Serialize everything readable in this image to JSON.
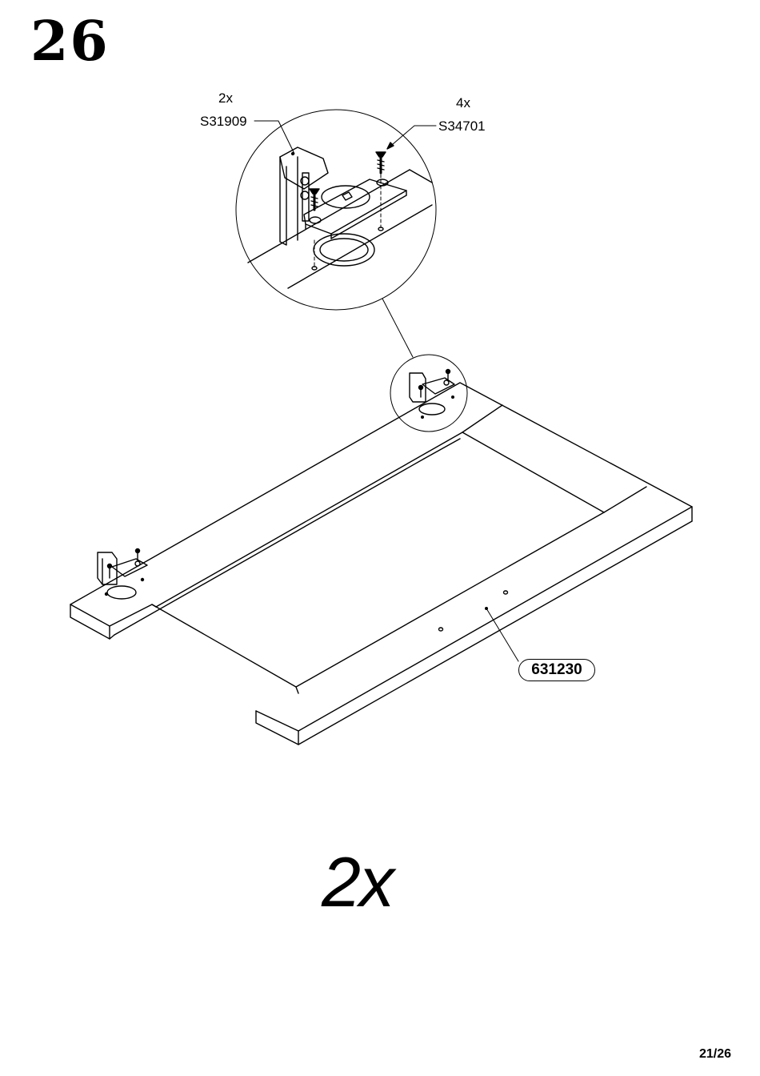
{
  "step": {
    "number": "26"
  },
  "callouts": {
    "hinge": {
      "qty": "2x",
      "code": "S31909"
    },
    "screw": {
      "qty": "4x",
      "code": "S34701"
    }
  },
  "part": {
    "code": "631230"
  },
  "quantity": "2x",
  "page": {
    "number": "21/26"
  }
}
